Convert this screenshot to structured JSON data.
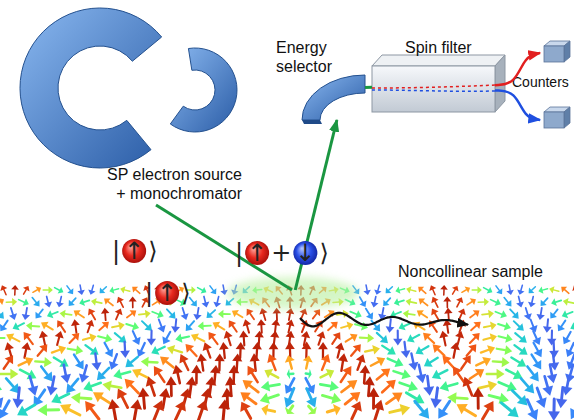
{
  "diagram": {
    "nodes": [
      {
        "text": [
          "SP electron source + monochromator"
        ]
      },
      {
        "text": [
          "Energy selector"
        ]
      },
      {
        "text": [
          "Spin filter"
        ]
      },
      {
        "text": [
          "Counters"
        ]
      },
      {
        "text": [
          "Noncollinear sample"
        ]
      }
    ],
    "edges": [
      {
        "from": 0,
        "to": 4,
        "arrow": "none"
      },
      {
        "from": 4,
        "to": 1,
        "arrow": "to"
      },
      {
        "from": 1,
        "to": 2,
        "arrow": "none"
      },
      {
        "from": 2,
        "to": 3,
        "arrow": "to"
      },
      {
        "from": 2,
        "to": 3,
        "arrow": "to"
      }
    ],
    "labels": [
      "|↑⟩",
      "|↑⟩",
      "|↑+↓⟩"
    ]
  }
}
